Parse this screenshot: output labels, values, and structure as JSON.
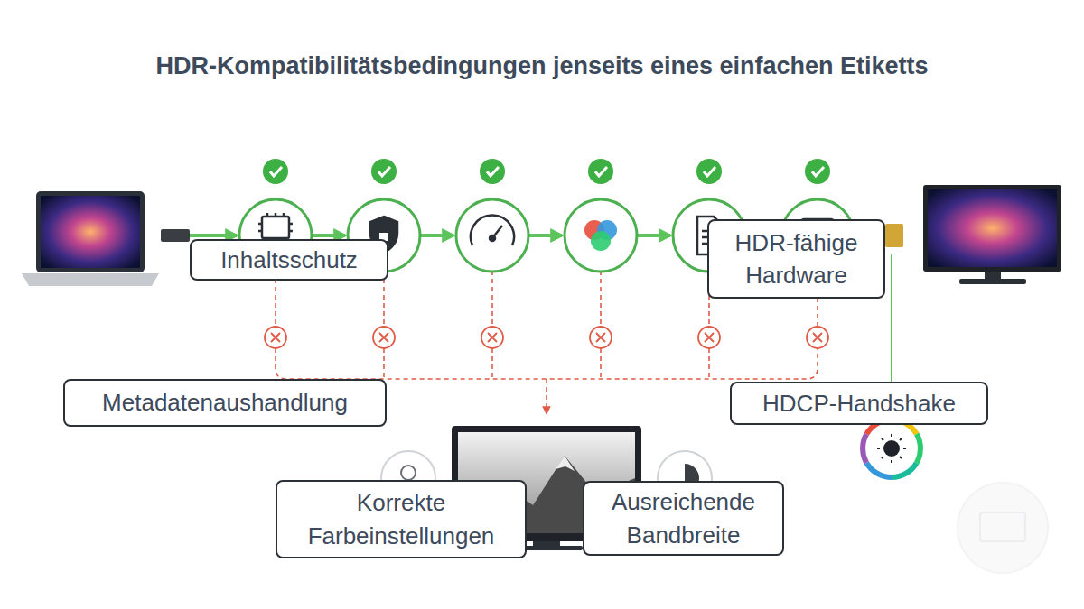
{
  "diagram": {
    "title": "HDR-Kompatibilitätsbedingungen jenseits eines einfachen Etiketts",
    "nodes": [
      {
        "text": [
          "Inhaltsschutz"
        ]
      },
      {
        "text": [
          "HDR-fähige Hardware"
        ]
      },
      {
        "text": [
          "Metadatenaushandlung"
        ]
      },
      {
        "text": [
          "HDCP-Handshake"
        ]
      },
      {
        "text": [
          "Korrekte Farbeinstellungen"
        ]
      },
      {
        "text": [
          "Ausreichende Bandbreite"
        ]
      }
    ]
  }
}
